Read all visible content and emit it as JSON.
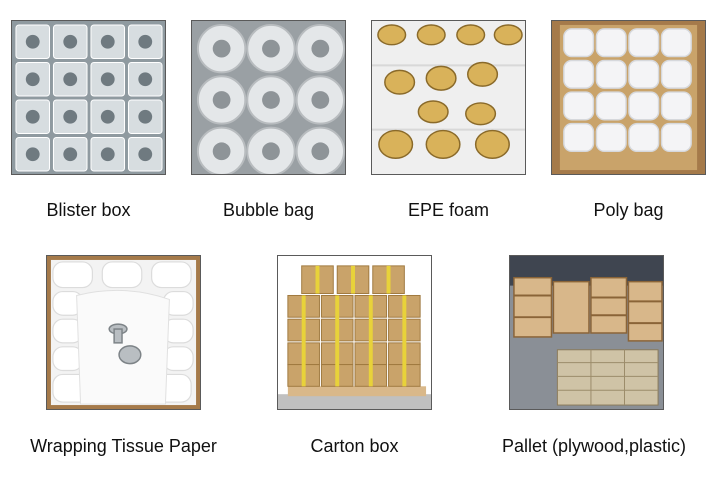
{
  "items": [
    {
      "label": "Blister box",
      "image": "blister-box-photo"
    },
    {
      "label": "Bubble bag",
      "image": "bubble-bag-photo"
    },
    {
      "label": "EPE foam",
      "image": "epe-foam-photo"
    },
    {
      "label": "Poly bag",
      "image": "poly-bag-photo"
    },
    {
      "label": "Wrapping Tissue Paper",
      "image": "wrapping-tissue-paper-photo"
    },
    {
      "label": "Carton box",
      "image": "carton-box-photo"
    },
    {
      "label": "Pallet (plywood,plastic)",
      "image": "pallet-photo"
    }
  ],
  "colors": {
    "frame": "#5a5a5a",
    "carton": "#c9a36a",
    "tape": "#e8d23a",
    "foam": "#f2f2f2",
    "gold": "#d9b25a"
  }
}
